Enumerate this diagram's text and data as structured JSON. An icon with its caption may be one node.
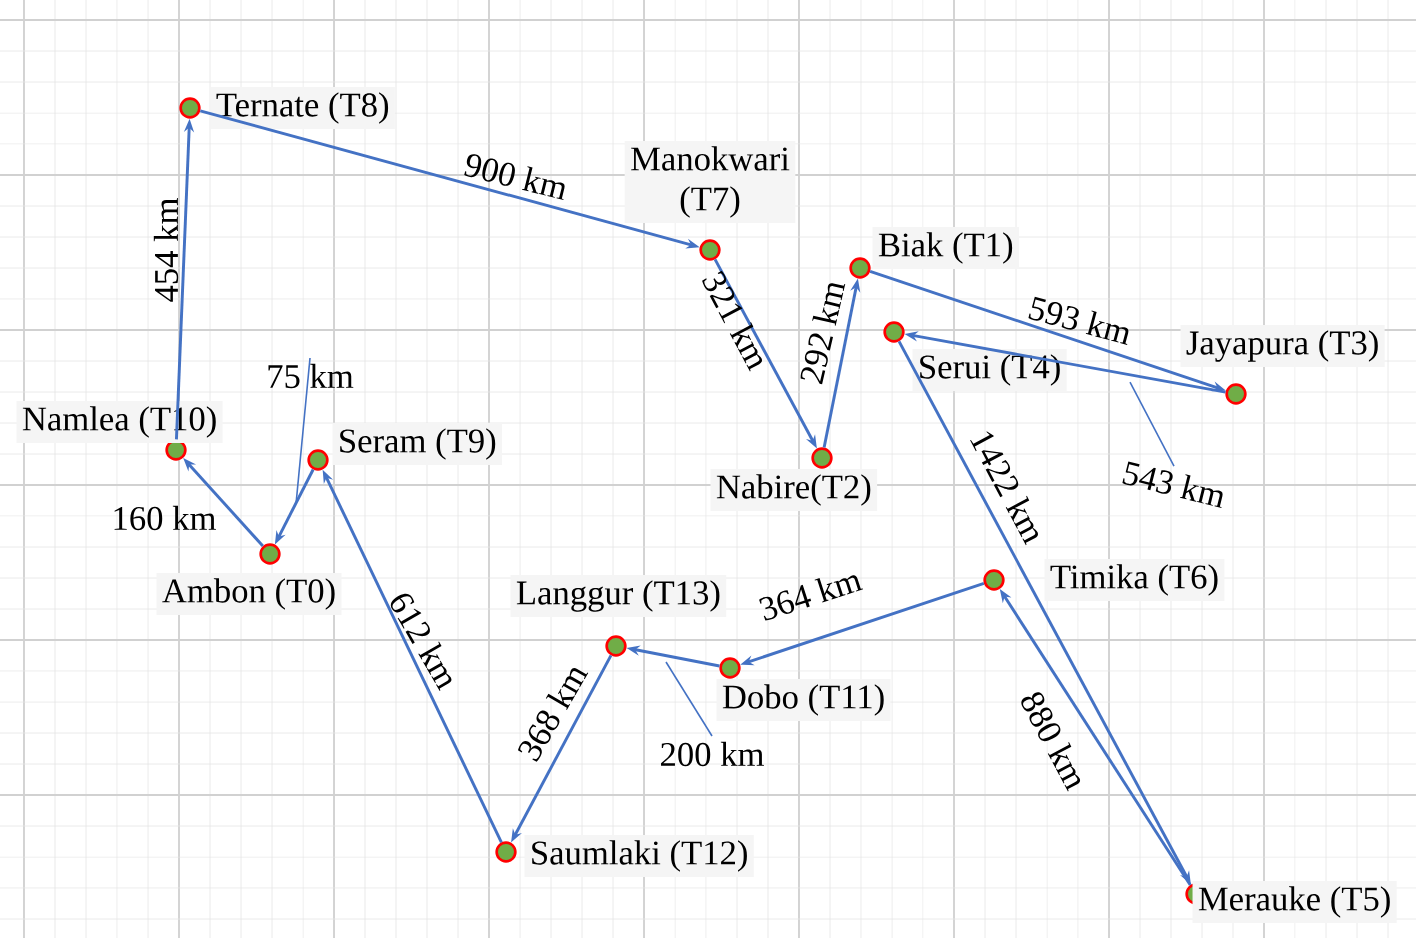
{
  "diagram": {
    "nodes": [
      {
        "text": [
          "Ambon (T0)"
        ]
      },
      {
        "text": [
          "Biak (T1)"
        ]
      },
      {
        "text": [
          "Nabire(T2)"
        ]
      },
      {
        "text": [
          "Jayapura (T3)"
        ]
      },
      {
        "text": [
          "Serui (T4)"
        ]
      },
      {
        "text": [
          "Merauke (T5)"
        ]
      },
      {
        "text": [
          "Timika (T6)"
        ]
      },
      {
        "text": [
          "Manokwari (T7)"
        ]
      },
      {
        "text": [
          "Ternate (T8)"
        ]
      },
      {
        "text": [
          "Seram (T9)"
        ]
      },
      {
        "text": [
          "Namlea (T10)"
        ]
      },
      {
        "text": [
          "Dobo (T11)"
        ]
      },
      {
        "text": [
          "Saumlaki (T12)"
        ]
      },
      {
        "text": [
          "Langgur (T13)"
        ]
      }
    ],
    "edges": [
      {
        "from": 0,
        "to": 10,
        "arrow": "to",
        "label": "160 km"
      },
      {
        "from": 10,
        "to": 8,
        "arrow": "to",
        "label": "454 km"
      },
      {
        "from": 8,
        "to": 7,
        "arrow": "to",
        "label": "900 km"
      },
      {
        "from": 7,
        "to": 2,
        "arrow": "to",
        "label": "321 km"
      },
      {
        "from": 2,
        "to": 1,
        "arrow": "to",
        "label": "292 km"
      },
      {
        "from": 1,
        "to": 3,
        "arrow": "to",
        "label": "593 km"
      },
      {
        "from": 3,
        "to": 4,
        "arrow": "to",
        "label": "543 km"
      },
      {
        "from": 4,
        "to": 5,
        "arrow": "to",
        "label": "1422 km"
      },
      {
        "from": 5,
        "to": 6,
        "arrow": "to",
        "label": "880 km"
      },
      {
        "from": 6,
        "to": 11,
        "arrow": "to",
        "label": "364 km"
      },
      {
        "from": 11,
        "to": 13,
        "arrow": "to",
        "label": "200 km"
      },
      {
        "from": 13,
        "to": 12,
        "arrow": "to",
        "label": "368 km"
      },
      {
        "from": 12,
        "to": 9,
        "arrow": "to",
        "label": "612 km"
      },
      {
        "from": 9,
        "to": 0,
        "arrow": "to",
        "label": "75 km"
      }
    ]
  }
}
